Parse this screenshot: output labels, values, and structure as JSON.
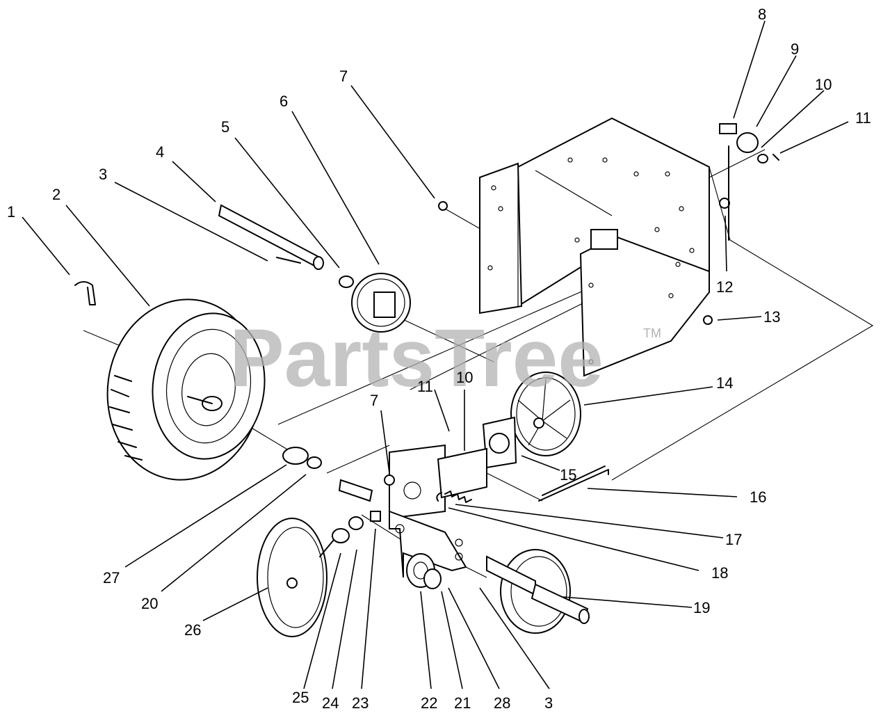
{
  "watermark": {
    "text": "PartsTree",
    "trademark": "TM"
  },
  "callouts": [
    {
      "id": "c1",
      "label": "1"
    },
    {
      "id": "c2",
      "label": "2"
    },
    {
      "id": "c3a",
      "label": "3"
    },
    {
      "id": "c4",
      "label": "4"
    },
    {
      "id": "c5",
      "label": "5"
    },
    {
      "id": "c6",
      "label": "6"
    },
    {
      "id": "c7a",
      "label": "7"
    },
    {
      "id": "c8",
      "label": "8"
    },
    {
      "id": "c9",
      "label": "9"
    },
    {
      "id": "c10a",
      "label": "10"
    },
    {
      "id": "c11a",
      "label": "11"
    },
    {
      "id": "c12",
      "label": "12"
    },
    {
      "id": "c13",
      "label": "13"
    },
    {
      "id": "c14",
      "label": "14"
    },
    {
      "id": "c11b",
      "label": "11"
    },
    {
      "id": "c10b",
      "label": "10"
    },
    {
      "id": "c7b",
      "label": "7"
    },
    {
      "id": "c15",
      "label": "15"
    },
    {
      "id": "c16",
      "label": "16"
    },
    {
      "id": "c17",
      "label": "17"
    },
    {
      "id": "c18",
      "label": "18"
    },
    {
      "id": "c19",
      "label": "19"
    },
    {
      "id": "c27",
      "label": "27"
    },
    {
      "id": "c20",
      "label": "20"
    },
    {
      "id": "c26",
      "label": "26"
    },
    {
      "id": "c25",
      "label": "25"
    },
    {
      "id": "c24",
      "label": "24"
    },
    {
      "id": "c23",
      "label": "23"
    },
    {
      "id": "c22",
      "label": "22"
    },
    {
      "id": "c21",
      "label": "21"
    },
    {
      "id": "c28",
      "label": "28"
    },
    {
      "id": "c3b",
      "label": "3"
    }
  ]
}
